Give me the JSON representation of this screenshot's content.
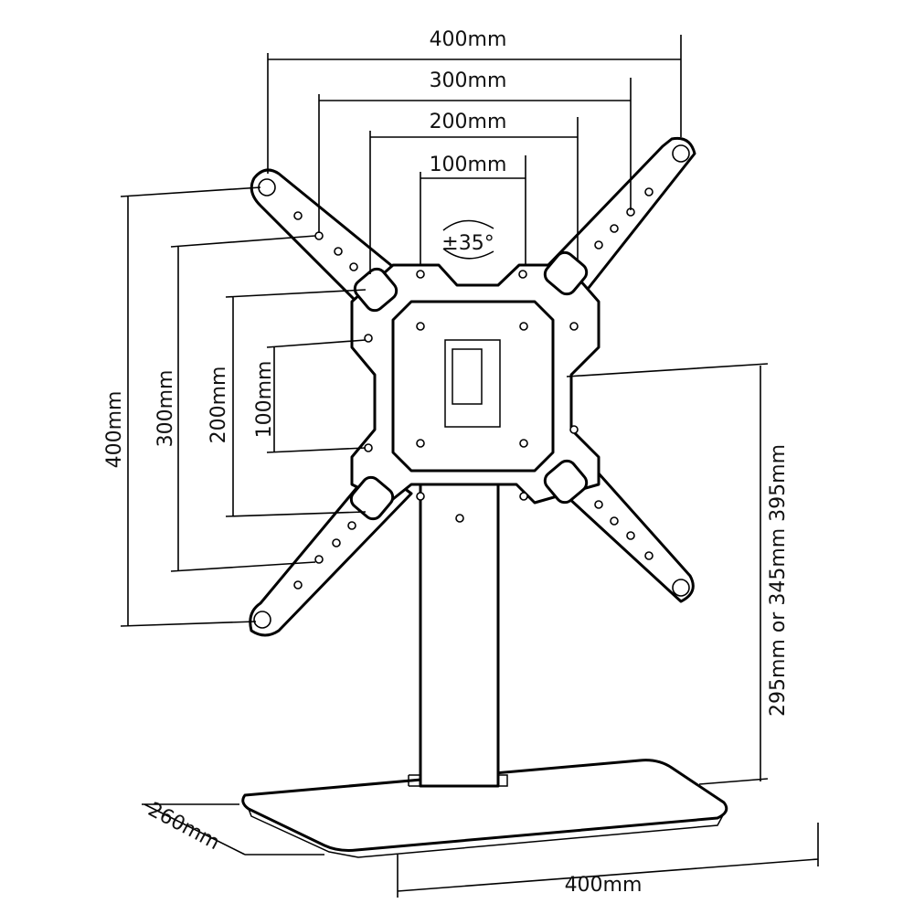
{
  "dimensions": {
    "horizontal": [
      "400mm",
      "300mm",
      "200mm",
      "100mm"
    ],
    "vertical": [
      "400mm",
      "300mm",
      "200mm",
      "100mm"
    ],
    "height_range": "295mm or 345mm 395mm",
    "base_depth": "260mm",
    "base_width": "400mm"
  },
  "rotation": "±35°",
  "colors": {
    "line": "#000000",
    "background": "#ffffff"
  }
}
